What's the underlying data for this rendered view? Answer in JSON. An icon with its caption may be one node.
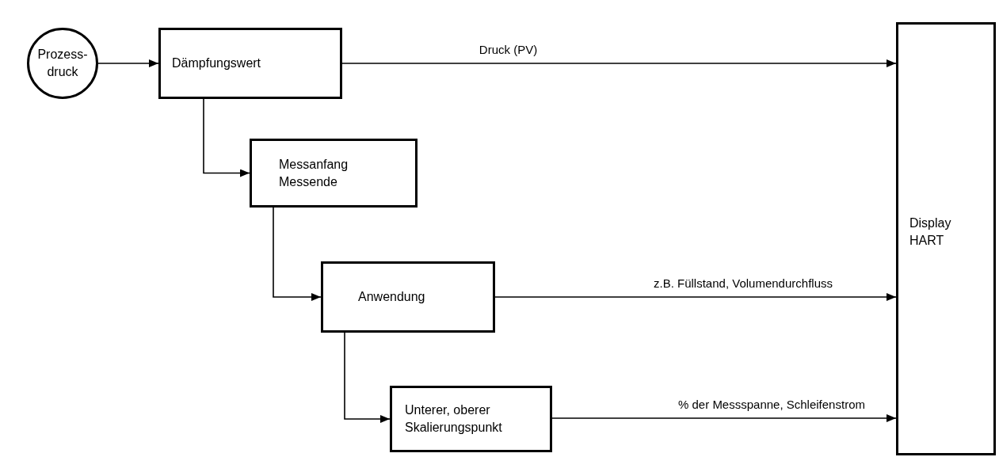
{
  "diagram": {
    "nodes": [
      {
        "text": [
          "Prozess- druck"
        ]
      },
      {
        "text": [
          "Dämpfungswert"
        ]
      },
      {
        "text": [
          "Messanfang",
          "Messende"
        ]
      },
      {
        "text": [
          "Anwendung"
        ]
      },
      {
        "text": [
          "Unterer, oberer Skalierungspunkt"
        ]
      },
      {
        "text": [
          "Display",
          "HART"
        ]
      }
    ],
    "edges": [
      {
        "from": 0,
        "to": 1,
        "arrow": "to"
      },
      {
        "from": 1,
        "to": 5,
        "arrow": "to",
        "label": "Druck (PV)"
      },
      {
        "from": 1,
        "to": 2,
        "arrow": "to"
      },
      {
        "from": 2,
        "to": 3,
        "arrow": "to"
      },
      {
        "from": 3,
        "to": 5,
        "arrow": "to",
        "label": "z.B. Füllstand, Volumendurchfluss"
      },
      {
        "from": 3,
        "to": 4,
        "arrow": "to"
      },
      {
        "from": 4,
        "to": 5,
        "arrow": "to",
        "label": "% der Messspanne, Schleifenstrom"
      }
    ]
  }
}
